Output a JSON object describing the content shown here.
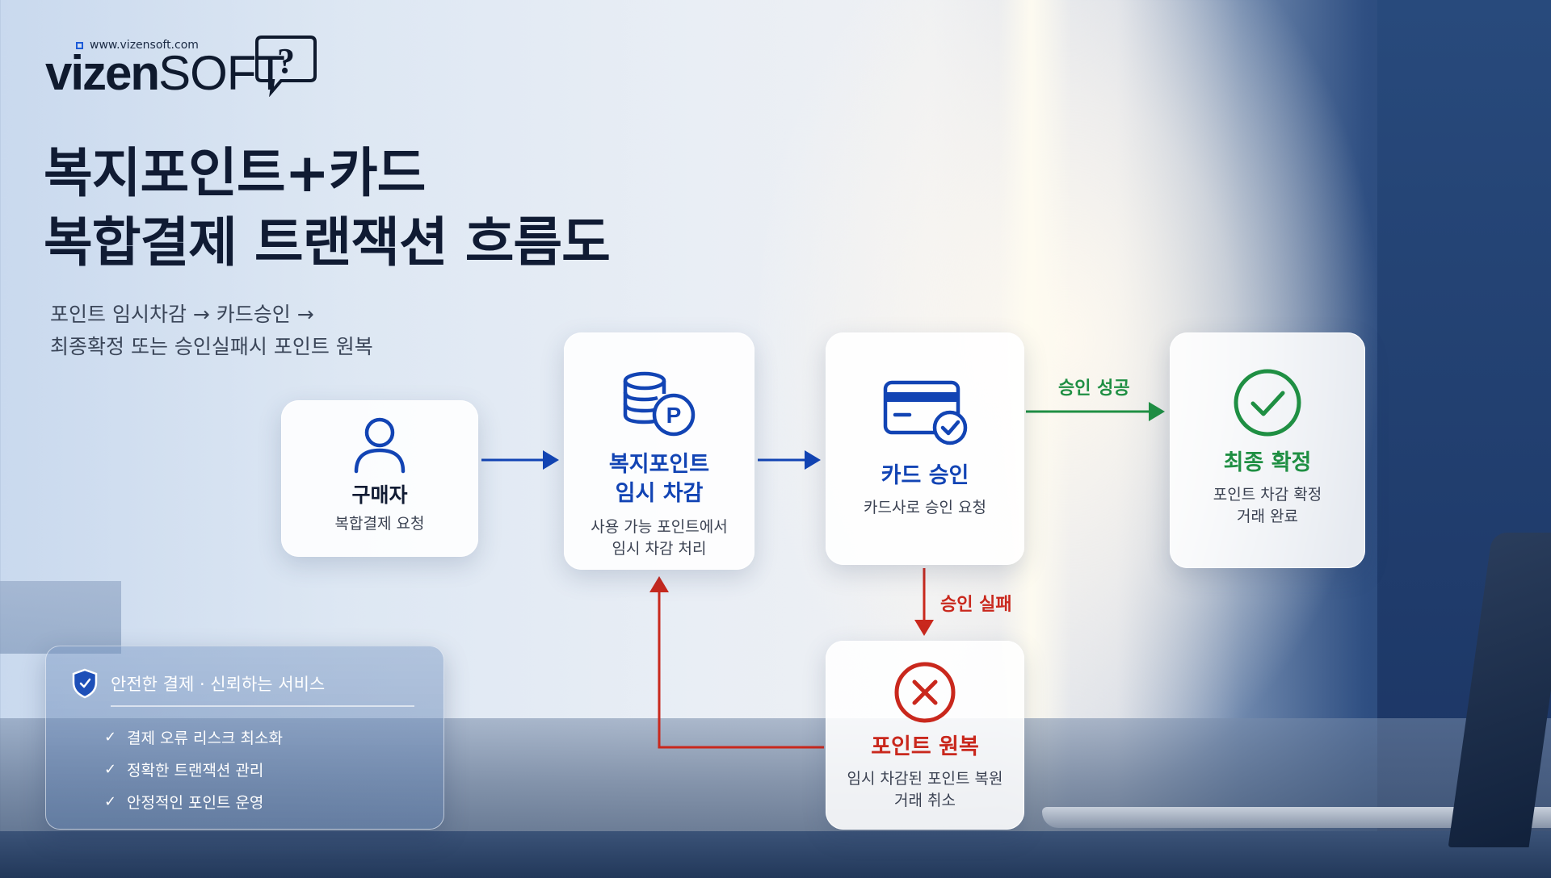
{
  "logo": {
    "url": "www.vizensoft.com",
    "name_bold": "vizen",
    "name_light": "SOFT",
    "bubble_char": "?"
  },
  "title": {
    "line1": "복지포인트+카드",
    "line2": "복합결제 트랜잭션 흐름도"
  },
  "subtitle": {
    "line1": "포인트 임시차감 → 카드승인 →",
    "line2": "최종확정 또는 승인실패시 포인트 원복"
  },
  "nodes": {
    "buyer": {
      "title": "구매자",
      "desc1": "복합결제 요청",
      "icon": "user-icon"
    },
    "point_hold": {
      "title1": "복지포인트",
      "title2": "임시 차감",
      "desc1": "사용 가능 포인트에서",
      "desc2": "임시 차감 처리",
      "icon": "coin-stack-point-icon",
      "badge": "P"
    },
    "card_approval": {
      "title": "카드 승인",
      "desc1": "카드사로 승인 요청",
      "icon": "credit-card-check-icon"
    },
    "final": {
      "title": "최종 확정",
      "desc1": "포인트 차감 확정",
      "desc2": "거래 완료",
      "icon": "check-circle-icon"
    },
    "restore": {
      "title": "포인트 원복",
      "desc1": "임시 차감된 포인트 복원",
      "desc2": "거래 취소",
      "icon": "x-circle-icon"
    }
  },
  "edges": {
    "success_label": "승인 성공",
    "fail_label": "승인 실패"
  },
  "info": {
    "heading": "안전한 결제 · 신뢰하는 서비스",
    "icon": "shield-icon",
    "items": [
      "결제 오류 리스크 최소화",
      "정확한 트랜잭션 관리",
      "안정적인 포인트 운영"
    ]
  },
  "colors": {
    "blue": "#1244b4",
    "green": "#1f8f43",
    "red": "#c9281d",
    "title": "#101b33"
  }
}
